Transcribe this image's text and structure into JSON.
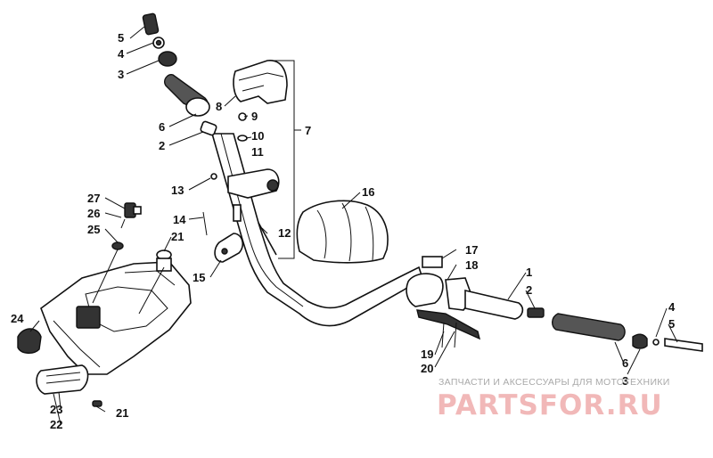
{
  "callouts": [
    {
      "id": "5",
      "text": "5"
    },
    {
      "id": "4",
      "text": "4"
    },
    {
      "id": "3",
      "text": "3"
    },
    {
      "id": "6",
      "text": "6"
    },
    {
      "id": "2",
      "text": "2"
    },
    {
      "id": "8",
      "text": "8"
    },
    {
      "id": "9",
      "text": "9"
    },
    {
      "id": "10",
      "text": "10"
    },
    {
      "id": "11",
      "text": "11"
    },
    {
      "id": "7",
      "text": "7"
    },
    {
      "id": "13",
      "text": "13"
    },
    {
      "id": "27",
      "text": "27"
    },
    {
      "id": "26",
      "text": "26"
    },
    {
      "id": "25",
      "text": "25"
    },
    {
      "id": "21a",
      "text": "21"
    },
    {
      "id": "14",
      "text": "14"
    },
    {
      "id": "12",
      "text": "12"
    },
    {
      "id": "15",
      "text": "15"
    },
    {
      "id": "16",
      "text": "16"
    },
    {
      "id": "17",
      "text": "17"
    },
    {
      "id": "18",
      "text": "18"
    },
    {
      "id": "1",
      "text": "1"
    },
    {
      "id": "2b",
      "text": "2"
    },
    {
      "id": "4b",
      "text": "4"
    },
    {
      "id": "5b",
      "text": "5"
    },
    {
      "id": "24",
      "text": "24"
    },
    {
      "id": "19",
      "text": "19"
    },
    {
      "id": "20",
      "text": "20"
    },
    {
      "id": "6b",
      "text": "6"
    },
    {
      "id": "3b",
      "text": "3"
    },
    {
      "id": "23",
      "text": "23"
    },
    {
      "id": "22",
      "text": "22"
    },
    {
      "id": "21b",
      "text": "21"
    }
  ],
  "watermark": {
    "tagline": "ЗАПЧАСТИ И АКСЕССУАРЫ ДЛЯ МОТОТЕХНИКИ",
    "logo": "PARTSFOR.RU",
    "logo_color": "#f1b8b8",
    "tagline_color": "#a9a9a9"
  }
}
